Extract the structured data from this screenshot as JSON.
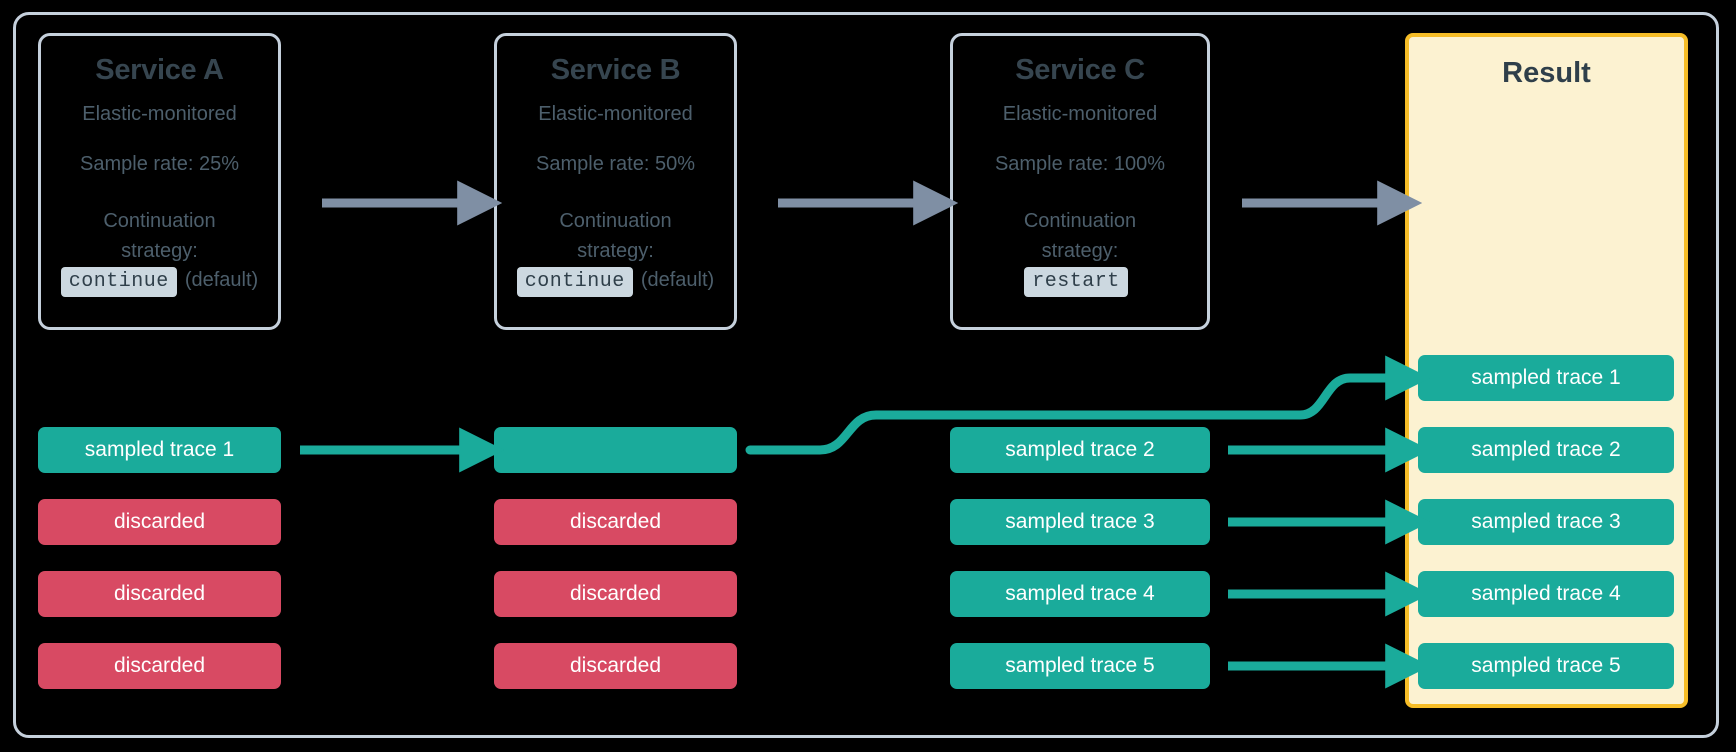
{
  "diagram": {
    "title": "Distributed tracing head-based sampling across services",
    "colors": {
      "sampled": "#1aab9b",
      "discarded": "#d84a63",
      "result_bg": "#fcf2d1",
      "result_border": "#f6bd27",
      "service_border": "#c5d0dc",
      "service_text": "#4d5f6c",
      "gray_arrow": "#7f8fa4",
      "teal_arrow": "#1aab9b",
      "code_badge_bg": "#ccd8e0"
    }
  },
  "services": [
    {
      "name": "Service A",
      "subtitle": "Elastic-monitored",
      "sample_rate": "Sample rate: 25%",
      "strategy_label_line1": "Continuation",
      "strategy_label_line2": "strategy:",
      "strategy_value": "continue",
      "strategy_note": "(default)"
    },
    {
      "name": "Service B",
      "subtitle": "Elastic-monitored",
      "sample_rate": "Sample rate: 50%",
      "strategy_label_line1": "Continuation",
      "strategy_label_line2": "strategy:",
      "strategy_value": "continue",
      "strategy_note": "(default)"
    },
    {
      "name": "Service C",
      "subtitle": "Elastic-monitored",
      "sample_rate": "Sample rate: 100%",
      "strategy_label_line1": "Continuation",
      "strategy_label_line2": "strategy:",
      "strategy_value": "restart",
      "strategy_note": ""
    }
  ],
  "result": {
    "title": "Result"
  },
  "traces": {
    "service_a": [
      {
        "label": "sampled trace 1",
        "state": "sampled"
      },
      {
        "label": "discarded",
        "state": "discarded"
      },
      {
        "label": "discarded",
        "state": "discarded"
      },
      {
        "label": "discarded",
        "state": "discarded"
      }
    ],
    "service_b": [
      {
        "label": "",
        "state": "sampled"
      },
      {
        "label": "discarded",
        "state": "discarded"
      },
      {
        "label": "discarded",
        "state": "discarded"
      },
      {
        "label": "discarded",
        "state": "discarded"
      }
    ],
    "service_c": [
      {
        "label": "sampled trace 2",
        "state": "sampled"
      },
      {
        "label": "sampled trace 3",
        "state": "sampled"
      },
      {
        "label": "sampled trace 4",
        "state": "sampled"
      },
      {
        "label": "sampled trace 5",
        "state": "sampled"
      }
    ],
    "result": [
      {
        "label": "sampled trace 1",
        "state": "sampled"
      },
      {
        "label": "sampled trace 2",
        "state": "sampled"
      },
      {
        "label": "sampled trace 3",
        "state": "sampled"
      },
      {
        "label": "sampled trace 4",
        "state": "sampled"
      },
      {
        "label": "sampled trace 5",
        "state": "sampled"
      }
    ]
  }
}
